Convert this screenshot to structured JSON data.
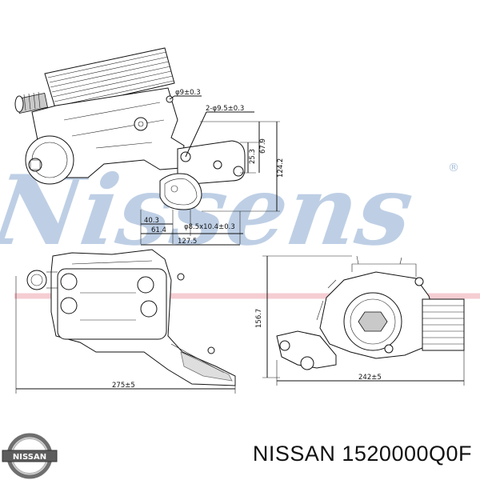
{
  "watermark": {
    "text": "Nissens",
    "registered_mark": "®"
  },
  "top_view_dims": {
    "hole_small": "φ9±0.3",
    "holes_two": "2-φ9.5±0.3",
    "height_1": "25.3",
    "height_2": "67.9",
    "height_3": "124.2",
    "offset_a": "40.3",
    "offset_b": "61.4",
    "seal": "φ8.5x10.4±0.3",
    "width": "127.5"
  },
  "front_view_dims": {
    "length": "275±5"
  },
  "side_view_dims": {
    "height": "156.7",
    "width": "242±5"
  },
  "brand_logo": {
    "text": "NISSAN"
  },
  "caption": {
    "brand": "NISSAN",
    "part_number": "1520000Q0F"
  }
}
